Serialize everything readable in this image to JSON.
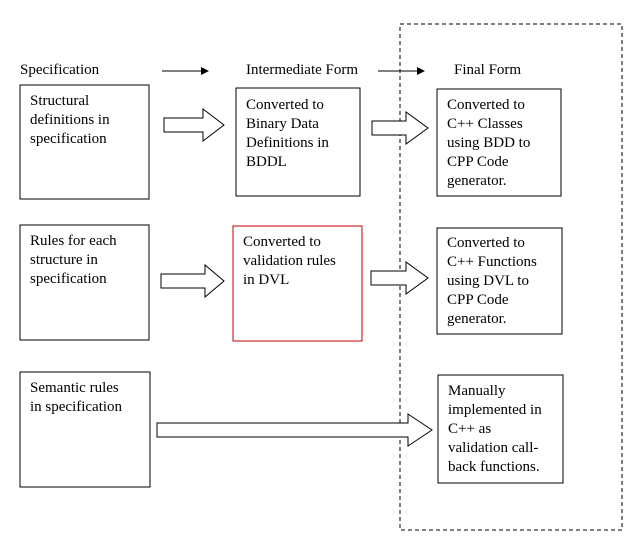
{
  "headings": {
    "specification": "Specification",
    "intermediate": "Intermediate Form",
    "final": "Final Form"
  },
  "rows": [
    {
      "spec": "Structural\ndefinitions in\nspecification",
      "intermediate": "Converted to\nBinary Data\nDefinitions in\nBDDL",
      "final": "Converted to\nC++ Classes\nusing BDD to\nCPP Code\ngenerator."
    },
    {
      "spec": "Rules for each\nstructure in\nspecification",
      "intermediate": "Converted to\nvalidation rules\nin DVL",
      "final": "Converted to\nC++ Functions\nusing DVL to\nCPP Code\ngenerator."
    },
    {
      "spec": "Semantic rules\nin specification",
      "final": "Manually\nimplemented in\nC++ as\nvalidation call-\nback functions."
    }
  ],
  "colors": {
    "stroke": "#000000",
    "highlight_border": "#c00000",
    "background": "#ffffff"
  }
}
